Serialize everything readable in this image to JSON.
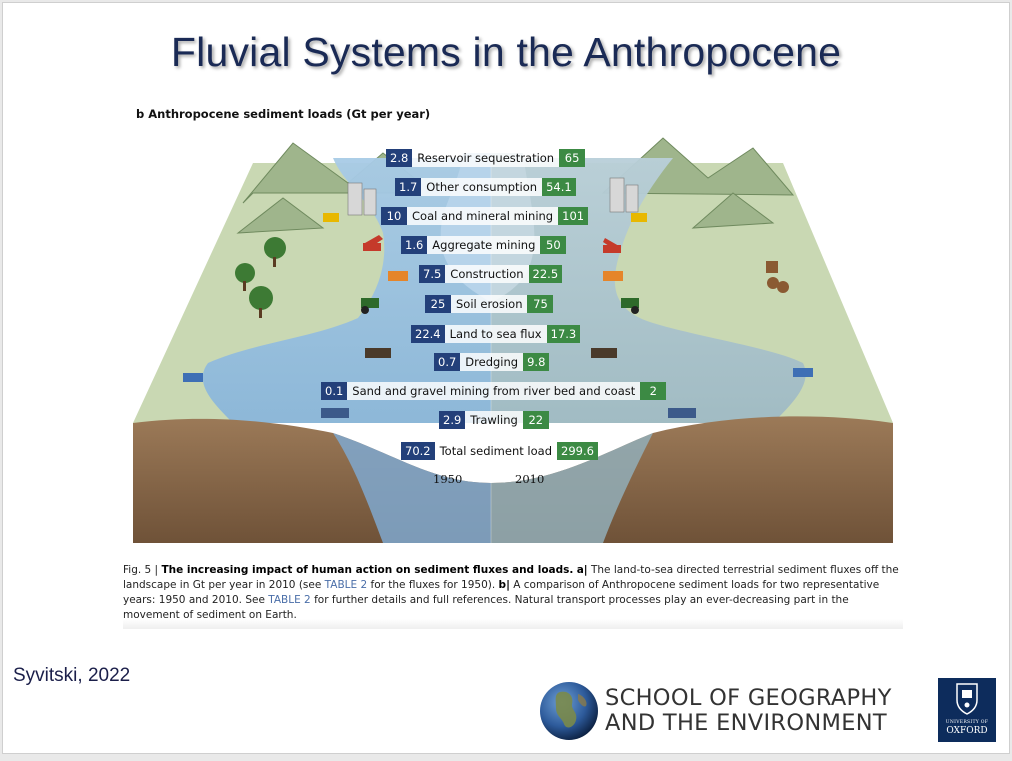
{
  "slide_title": "Fluvial Systems in the Anthropocene",
  "figure_label": "b Anthropocene sediment loads (Gt per year)",
  "rows": [
    {
      "v1950": "2.8",
      "label": "Reservoir sequestration",
      "v2010": "65"
    },
    {
      "v1950": "1.7",
      "label": "Other consumption",
      "v2010": "54.1"
    },
    {
      "v1950": "10",
      "label": "Coal and mineral mining",
      "v2010": "101"
    },
    {
      "v1950": "1.6",
      "label": "Aggregate mining",
      "v2010": "50"
    },
    {
      "v1950": "7.5",
      "label": "Construction",
      "v2010": "22.5"
    },
    {
      "v1950": "25",
      "label": "Soil erosion",
      "v2010": "75"
    },
    {
      "v1950": "22.4",
      "label": "Land to sea flux",
      "v2010": "17.3"
    },
    {
      "v1950": "0.7",
      "label": "Dredging",
      "v2010": "9.8"
    },
    {
      "v1950": "0.1",
      "label": "Sand and gravel mining from river bed and coast",
      "v2010": "2"
    },
    {
      "v1950": "2.9",
      "label": "Trawling",
      "v2010": "22"
    },
    {
      "v1950": "70.2",
      "label": "Total sediment load",
      "v2010": "299.6"
    }
  ],
  "years": {
    "left": "1950",
    "right": "2010"
  },
  "caption": {
    "fig": "Fig. 5 |",
    "bold_title": "The increasing impact of human action on sediment fluxes and loads.",
    "a_label": "a|",
    "a_text_1": "The land-to-sea directed terrestrial sediment fluxes off the landscape in Gt per year in 2010 (see",
    "table_ref_1": "TABLE 2",
    "a_text_2": "for the fluxes for 1950).",
    "b_label": "b|",
    "b_text_1": "A comparison of Anthropocene sediment loads for two representative years: 1950 and 2010. See",
    "table_ref_2": "TABLE 2",
    "b_text_2": "for further details and full references. Natural transport processes play an ever-decreasing part in the movement of sediment on Earth."
  },
  "citation": "Syvitski, 2022",
  "school": {
    "line1": "SCHOOL OF GEOGRAPHY",
    "line2": "AND THE ENVIRONMENT"
  },
  "oxford": {
    "small": "UNIVERSITY OF",
    "big": "OXFORD"
  },
  "colors": {
    "val_1950": "#23407a",
    "val_2010": "#3c8a44",
    "title": "#1a2a55"
  }
}
